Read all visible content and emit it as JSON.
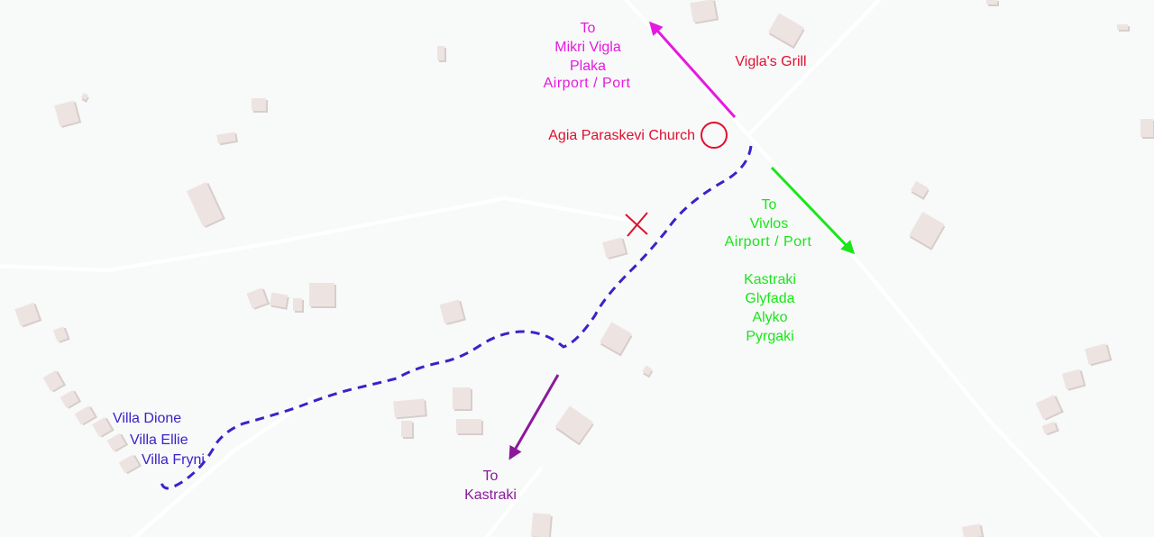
{
  "colors": {
    "background": "#f8f9f9",
    "road": "#ffffff",
    "building": "#ede4e2",
    "building_shadow": "#d7cdca",
    "route": "#3a22c9",
    "magenta": "#e619e0",
    "green": "#19e619",
    "purple": "#8a1a9a",
    "red": "#e0102f",
    "villa": "#3a22c9"
  },
  "labels": {
    "north_dir": [
      "To",
      "Mikri Vigla",
      "Plaka",
      "Airport / Port"
    ],
    "east_dir": [
      "To",
      "Vivlos",
      "Airport / Port"
    ],
    "east_places": [
      "Kastraki",
      "Glyfada",
      "Alyko",
      "Pyrgaki"
    ],
    "south_dir": [
      "To",
      "Kastraki"
    ],
    "grill": "Vigla's Grill",
    "church": "Agia Paraskevi Church",
    "villas": [
      "Villa Dione",
      "Villa Ellie",
      "Villa Fryni"
    ]
  },
  "icons": {
    "church_marker": "circle-marker-icon",
    "x_marker": "x-marker-icon"
  }
}
